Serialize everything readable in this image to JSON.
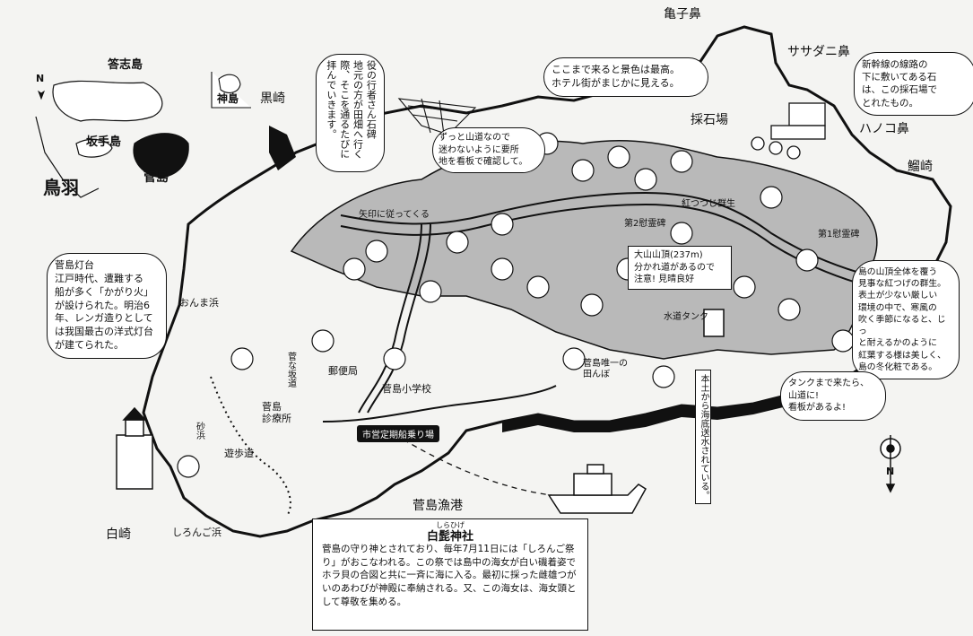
{
  "inset": {
    "north": "N",
    "toshijima": "答志島",
    "sakatejima": "坂手島",
    "toba": "鳥羽",
    "sugashima": "菅島",
    "kamishima_title": "神島"
  },
  "places": {
    "kamezubana": "亀子鼻",
    "sasadanibana": "ササダニ鼻",
    "hanokobana": "ハノコ鼻",
    "saisekijo": "採石場",
    "kurosaki": "黒崎",
    "ezakizaki": "鰡崎",
    "onmahama": "おんま浜",
    "shirozaki": "白崎",
    "shirongohama": "しろんご浜",
    "sugashima_port": "菅島漁港",
    "post_office": "郵便局",
    "school": "菅島小学校",
    "clinic": "菅島\n診療所",
    "promenade": "遊歩道",
    "sunahama": "砂浜",
    "sugizaka": "菅な坂道",
    "rice_field": "菅島唯一の\n田んぼ",
    "water_tank": "水道タンク",
    "yakusha_sign": "矢印に従ってくる",
    "shiraku_sign": "紅つつじ群生",
    "second_memorial": "第2慰霊碑",
    "first_memorial": "第1慰霊碑",
    "pier_label": "市営定期船乗り場",
    "compass_n": "N",
    "pipe_note": "本土から海底送水されている。"
  },
  "callouts": {
    "lighthouse": "菅島灯台\n江戸時代、遭難する\n船が多く「かがり火」が設けられた。明治6年、レンガ造りとしては我国最古の洋式灯台が建てられた。",
    "en_no_gyoja": "役の行者さん石碑\n地元の方が田畑へ行く際、そこを通るたびに拝んでいきます。",
    "mountain_path": "ずっと山道なので\n迷わないように要所\n地を看板で確認して。",
    "view": "ここまで来ると景色は最高。\nホテル街がまじかに見える。",
    "quarry": "新幹線の線路の\n下に敷いてある石\nは、この採石場で\nとれたもの。",
    "summit": "大山山頂(237m)\n分かれ道があるので\n注意! 見晴良好",
    "tsutsuji": "島の山頂全体を覆う\n見事な紅つげの群生。\n表土が少ない厳しい\n環境の中で、寒風の\n吹く季節になると、じっ\nと耐えるかのように\n紅葉する様は美しく、\n島の冬化粧である。",
    "tank": "タンクまで来たら、\n山道に!\n看板があるよ!"
  },
  "shrine": {
    "ruby": "しらひげ",
    "title": "白髭神社",
    "body": "菅島の守り神とされており、毎年7月11日には「しろんご祭り」がおこなわれる。この祭では島中の海女が白い磯着姿でホラ貝の合図と共に一斉に海に入る。最初に採った雌雄つがいのあわびが神殿に奉納される。又、この海女は、海女頭として尊敬を集める。"
  },
  "colors": {
    "forest": "#b9b9b9",
    "sea": "#f4f4f2",
    "ink": "#111111"
  }
}
